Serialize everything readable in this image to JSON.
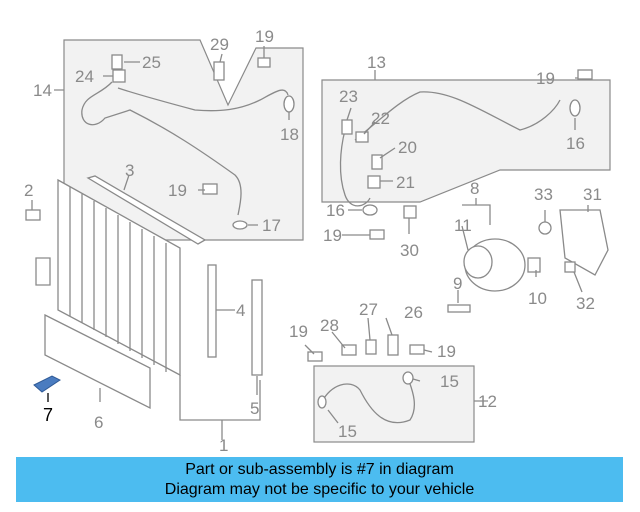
{
  "diagram": {
    "callouts": [
      "1",
      "2",
      "3",
      "4",
      "5",
      "6",
      "7",
      "8",
      "9",
      "10",
      "11",
      "12",
      "13",
      "14",
      "15",
      "15",
      "16",
      "16",
      "17",
      "18",
      "19",
      "19",
      "19",
      "19",
      "19",
      "19",
      "20",
      "21",
      "22",
      "23",
      "24",
      "25",
      "26",
      "27",
      "28",
      "29",
      "30",
      "31",
      "32",
      "33"
    ],
    "highlighted_part": "7"
  },
  "banner": {
    "line1": "Part or sub-assembly is #7 in diagram",
    "line2": "Diagram may not be specific to your vehicle",
    "color": "#4cbcf0"
  }
}
